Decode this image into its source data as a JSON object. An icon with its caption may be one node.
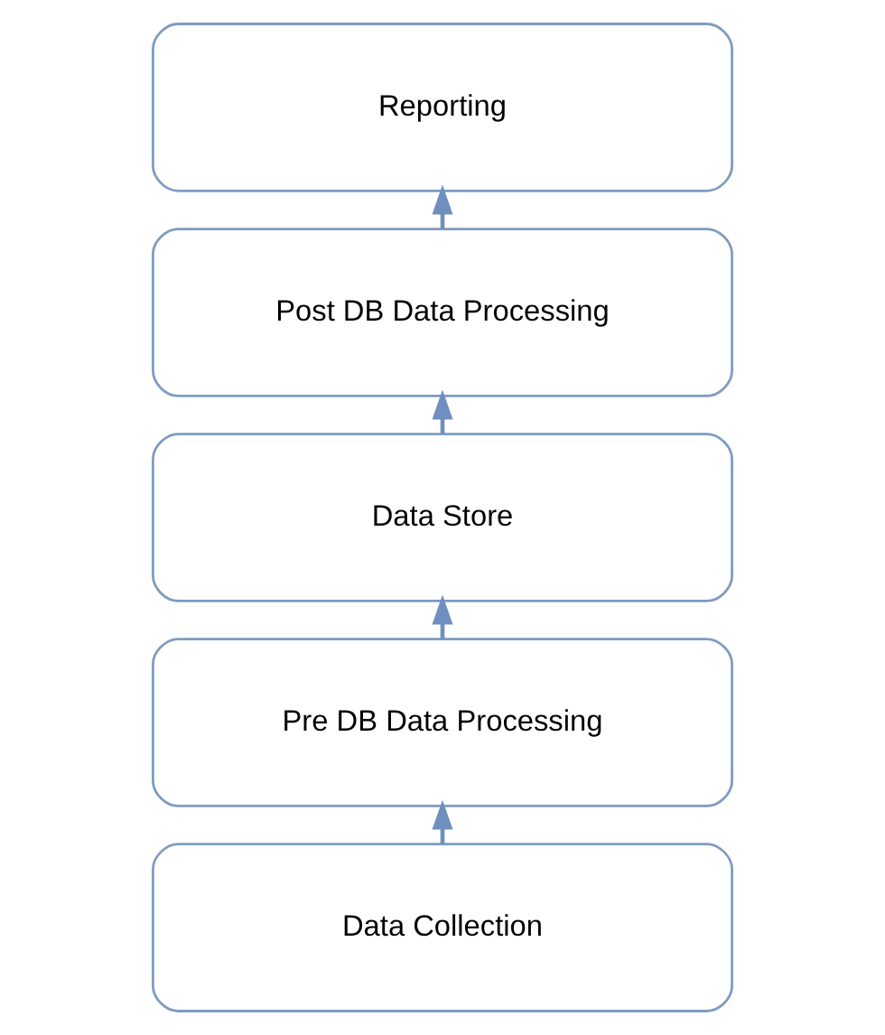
{
  "diagram": {
    "nodes": [
      {
        "text": [
          "Reporting"
        ]
      },
      {
        "text": [
          "Post DB Data Processing"
        ]
      },
      {
        "text": [
          "Data Store"
        ]
      },
      {
        "text": [
          "Pre DB Data Processing"
        ]
      },
      {
        "text": [
          "Data Collection"
        ]
      }
    ],
    "edges": [
      {
        "from": 4,
        "to": 3,
        "arrow": "to"
      },
      {
        "from": 3,
        "to": 2,
        "arrow": "to"
      },
      {
        "from": 2,
        "to": 1,
        "arrow": "to"
      },
      {
        "from": 1,
        "to": 0,
        "arrow": "to"
      }
    ]
  }
}
